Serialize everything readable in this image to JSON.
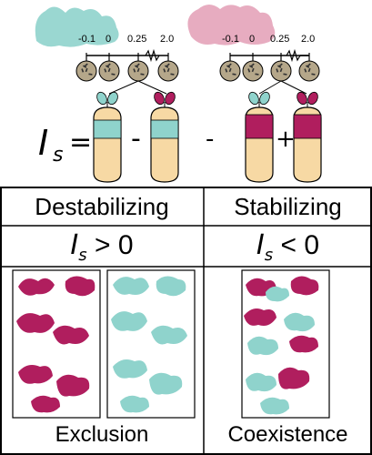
{
  "colors": {
    "teal": "#8fd3cc",
    "magenta": "#b01e5e",
    "pink_faded": "#e6a8bd",
    "soil": "#b5a78a",
    "tube": "#f7d9a4",
    "line": "#000000"
  },
  "top": {
    "left_scale": [
      "-0.1",
      "0",
      "0.25",
      "2.0"
    ],
    "right_scale": [
      "-0.1",
      "0",
      "0.25",
      "2.0"
    ],
    "equation": {
      "symbol": "I",
      "subscript": "s",
      "equals": "=",
      "minus_inner": "-",
      "minus_outer": "-",
      "plus": "+"
    }
  },
  "table": {
    "headers": [
      "Destabilizing",
      "Stabilizing"
    ],
    "conditions": [
      {
        "symbol": "I",
        "subscript": "s",
        "relation": "> 0"
      },
      {
        "symbol": "I",
        "subscript": "s",
        "relation": "< 0"
      }
    ],
    "outcomes": [
      "Exclusion",
      "Coexistence"
    ]
  }
}
